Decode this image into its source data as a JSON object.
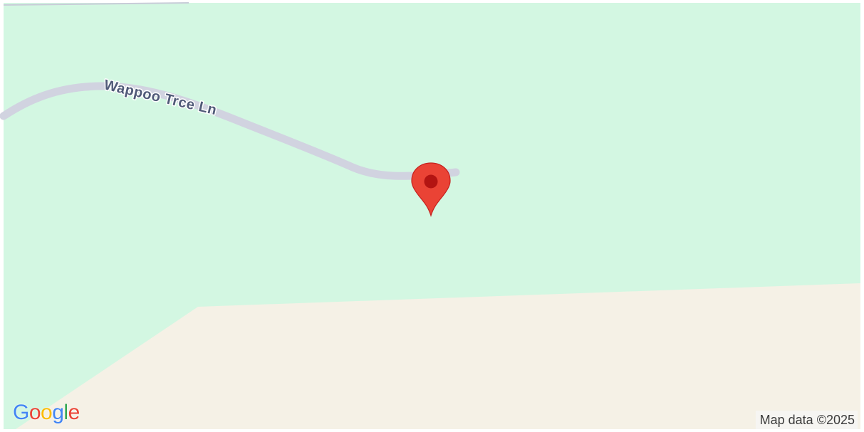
{
  "map": {
    "road_label": "Wappoo Trce Ln",
    "colors": {
      "park": "#d3f7e2",
      "land": "#f5f1e6",
      "road": "#d1d3e0",
      "road_label": "#505a78",
      "marker": "#ea4335",
      "marker_dot": "#b31412",
      "frame": "#ffffff"
    }
  },
  "marker": {
    "icon": "map-pin-icon"
  },
  "logo": {
    "letters": [
      "G",
      "o",
      "o",
      "g",
      "l",
      "e"
    ]
  },
  "attribution": {
    "text": "Map data ©2025"
  }
}
